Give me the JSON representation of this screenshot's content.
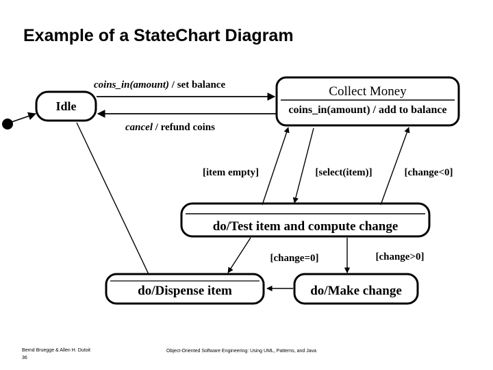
{
  "slide": {
    "title": "Example of a StateChart Diagram"
  },
  "diagram": {
    "type": "uml-statechart",
    "initial_state": {
      "name": "initial-pseudostate"
    },
    "states": [
      {
        "id": "idle",
        "name": "Idle",
        "activity": ""
      },
      {
        "id": "collect",
        "name": "Collect Money",
        "activity": "coins_in(amount) / add to balance"
      },
      {
        "id": "test",
        "name": "",
        "activity": "do/Test item and compute change"
      },
      {
        "id": "dispense",
        "name": "",
        "activity": "do/Dispense item"
      },
      {
        "id": "makechange",
        "name": "",
        "activity": "do/Make change"
      }
    ],
    "transitions": [
      {
        "from": "idle",
        "to": "collect",
        "event": "coins_in(amount)",
        "sep": " / ",
        "action": "set balance"
      },
      {
        "from": "collect",
        "to": "idle",
        "event": "cancel",
        "sep": " / ",
        "action": "refund coins"
      },
      {
        "from": "test",
        "to": "collect",
        "guard": "[item empty]"
      },
      {
        "from": "collect",
        "to": "test",
        "guard": "[select(item)]"
      },
      {
        "from": "test",
        "to": "collect",
        "guard": "[change<0]"
      },
      {
        "from": "test",
        "to": "dispense",
        "guard": "[change=0]"
      },
      {
        "from": "test",
        "to": "makechange",
        "guard": "[change>0]"
      },
      {
        "from": "makechange",
        "to": "dispense",
        "guard": ""
      },
      {
        "from": "idle",
        "to": "dispense",
        "guard": ""
      }
    ],
    "labels": {
      "coins_in_event": "coins_in(amount)",
      "coins_in_sep": " / ",
      "coins_in_action": "set balance",
      "cancel_event": "cancel",
      "cancel_sep": " / ",
      "cancel_action": "refund coins",
      "guard_item_empty": "[item empty]",
      "guard_select_item": "[select(item)]",
      "guard_change_lt0": "[change<0]",
      "guard_change_eq0": "[change=0]",
      "guard_change_gt0": "[change>0]"
    },
    "colors": {
      "stroke": "#000000",
      "fill": "#ffffff",
      "text": "#000000"
    }
  },
  "footer": {
    "authors": "Bernd Bruegge & Allen H. Dutoit",
    "page": "36",
    "book": "Object-Oriented Software Engineering: Using UML, Patterns, and Java"
  }
}
